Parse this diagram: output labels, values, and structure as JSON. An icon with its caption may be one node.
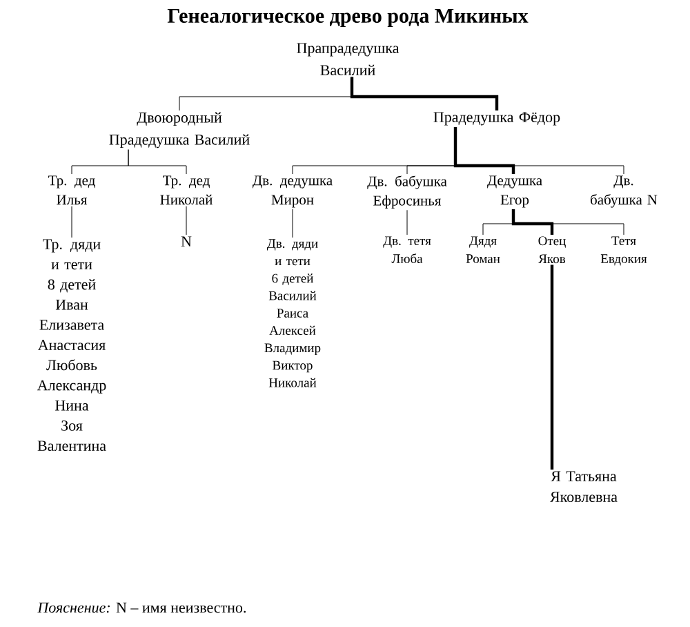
{
  "diagram": {
    "title": "Генеалогическое древо рода Микиных",
    "nodes": [
      {
        "text": [
          "Прапрадедушка Василий"
        ]
      },
      {
        "text": [
          "Двоюродный Прадедушка Василий"
        ]
      },
      {
        "text": [
          "Прадедушка Фёдор"
        ]
      },
      {
        "text": [
          "Тр. дед Илья"
        ]
      },
      {
        "text": [
          "Тр. дед Николай"
        ]
      },
      {
        "text": [
          "Дв. дедушка Мирон"
        ]
      },
      {
        "text": [
          "Дв. бабушка Ефросинья"
        ]
      },
      {
        "text": [
          "Дедушка Егор"
        ]
      },
      {
        "text": [
          "Дв. бабушка N"
        ]
      },
      {
        "text": [
          "Тр. дяди и тети",
          "8 детей",
          "Иван",
          "Елизавета",
          "Анастасия",
          "Любовь",
          "Александр",
          "Нина",
          "Зоя",
          "Валентина"
        ]
      },
      {
        "text": [
          "N"
        ]
      },
      {
        "text": [
          "Дв. дяди и тети",
          "6 детей",
          "Василий",
          "Раиса",
          "Алексей",
          "Владимир",
          "Виктор",
          "Николай"
        ]
      },
      {
        "text": [
          "Дв. тетя Люба"
        ]
      },
      {
        "text": [
          "Дядя Роман"
        ]
      },
      {
        "text": [
          "Отец Яков"
        ]
      },
      {
        "text": [
          "Тетя Евдокия"
        ]
      },
      {
        "text": [
          "Я Татьяна Яковлевна"
        ]
      }
    ],
    "edges": [
      {
        "from": 0,
        "to": 1,
        "arrow": "none"
      },
      {
        "from": 0,
        "to": 2,
        "arrow": "none",
        "style": "thick"
      },
      {
        "from": 1,
        "to": 3,
        "arrow": "none"
      },
      {
        "from": 1,
        "to": 4,
        "arrow": "none"
      },
      {
        "from": 2,
        "to": 5,
        "arrow": "none"
      },
      {
        "from": 2,
        "to": 6,
        "arrow": "none"
      },
      {
        "from": 2,
        "to": 7,
        "arrow": "none",
        "style": "thick"
      },
      {
        "from": 2,
        "to": 8,
        "arrow": "none"
      },
      {
        "from": 3,
        "to": 9,
        "arrow": "none"
      },
      {
        "from": 4,
        "to": 10,
        "arrow": "none"
      },
      {
        "from": 5,
        "to": 11,
        "arrow": "none"
      },
      {
        "from": 6,
        "to": 12,
        "arrow": "none"
      },
      {
        "from": 7,
        "to": 13,
        "arrow": "none"
      },
      {
        "from": 7,
        "to": 14,
        "arrow": "none",
        "style": "thick"
      },
      {
        "from": 7,
        "to": 15,
        "arrow": "none"
      },
      {
        "from": 14,
        "to": 16,
        "arrow": "none",
        "style": "thick"
      }
    ],
    "labels": [
      "*Пояснение:* N – имя неизвестно."
    ]
  }
}
